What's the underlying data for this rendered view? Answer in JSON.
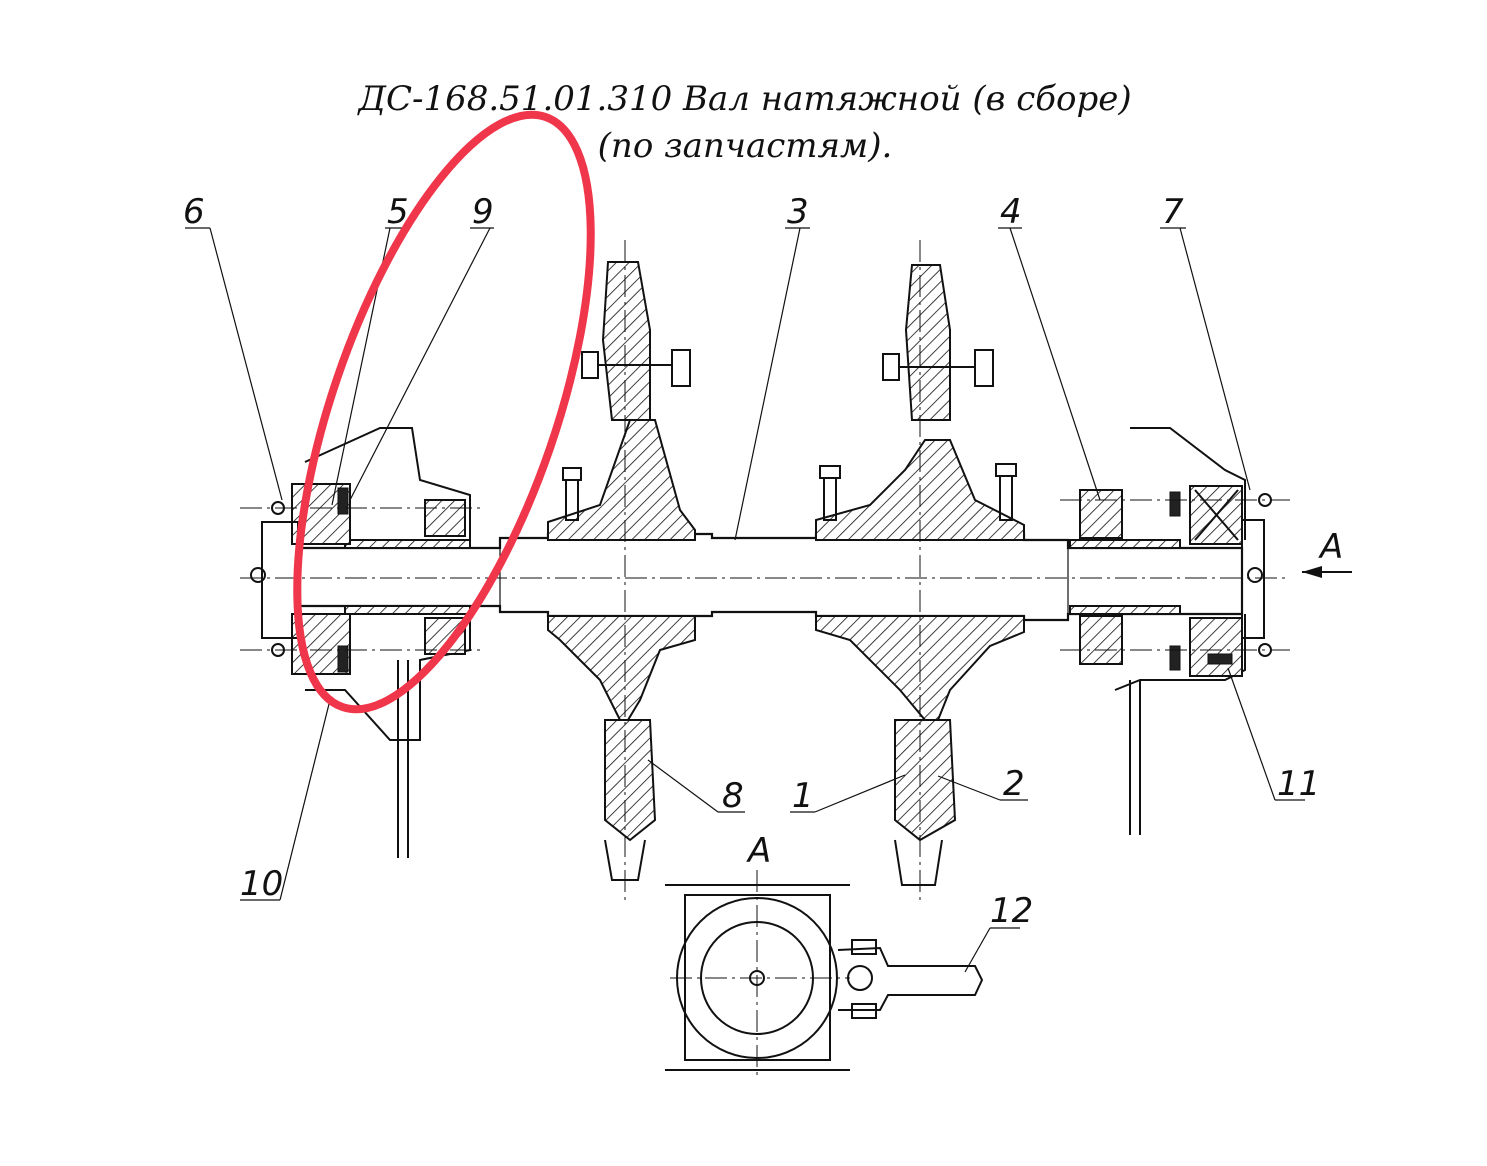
{
  "title": {
    "line1": "ДС-168.51.01.310 Вал натяжной (в сборе)",
    "line2": "(по запчастям)."
  },
  "view_label": "A",
  "arrow_label": "A",
  "callouts": [
    {
      "id": "callout-1",
      "text": "1"
    },
    {
      "id": "callout-2",
      "text": "2"
    },
    {
      "id": "callout-3",
      "text": "3"
    },
    {
      "id": "callout-4",
      "text": "4"
    },
    {
      "id": "callout-5",
      "text": "5"
    },
    {
      "id": "callout-6",
      "text": "6"
    },
    {
      "id": "callout-7",
      "text": "7"
    },
    {
      "id": "callout-8",
      "text": "8"
    },
    {
      "id": "callout-9",
      "text": "9"
    },
    {
      "id": "callout-10",
      "text": "10"
    },
    {
      "id": "callout-11",
      "text": "11"
    },
    {
      "id": "callout-12",
      "text": "12"
    }
  ],
  "highlight_color": "#f0364a"
}
